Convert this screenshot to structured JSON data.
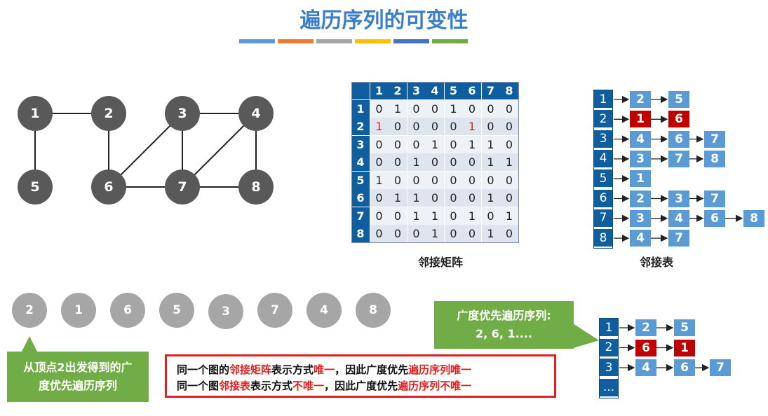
{
  "title": "遍历序列的可变性",
  "color_bar": [
    "#5b9bd5",
    "#ed7d31",
    "#a5a5a5",
    "#ffc000",
    "#4472c4",
    "#70ad47"
  ],
  "graph": {
    "nodes": [
      "1",
      "2",
      "3",
      "4",
      "5",
      "6",
      "7",
      "8"
    ],
    "edges": [
      [
        "1",
        "2"
      ],
      [
        "1",
        "5"
      ],
      [
        "2",
        "6"
      ],
      [
        "3",
        "6"
      ],
      [
        "3",
        "7"
      ],
      [
        "3",
        "4"
      ],
      [
        "4",
        "7"
      ],
      [
        "4",
        "8"
      ],
      [
        "6",
        "7"
      ],
      [
        "7",
        "8"
      ]
    ]
  },
  "matrix": {
    "headers": [
      "1",
      "2",
      "3",
      "4",
      "5",
      "6",
      "7",
      "8"
    ],
    "rows": [
      [
        "0",
        "1",
        "0",
        "0",
        "1",
        "0",
        "0",
        "0"
      ],
      [
        "1",
        "0",
        "0",
        "0",
        "0",
        "1",
        "0",
        "0"
      ],
      [
        "0",
        "0",
        "0",
        "1",
        "0",
        "1",
        "1",
        "0"
      ],
      [
        "0",
        "0",
        "1",
        "0",
        "0",
        "0",
        "1",
        "1"
      ],
      [
        "1",
        "0",
        "0",
        "0",
        "0",
        "0",
        "0",
        "0"
      ],
      [
        "0",
        "1",
        "1",
        "0",
        "0",
        "0",
        "1",
        "0"
      ],
      [
        "0",
        "0",
        "1",
        "1",
        "0",
        "1",
        "0",
        "1"
      ],
      [
        "0",
        "0",
        "0",
        "1",
        "0",
        "0",
        "1",
        "0"
      ]
    ],
    "highlight_color": "#e02020",
    "label": "邻接矩阵"
  },
  "adj_list": {
    "vertices": [
      "1",
      "2",
      "3",
      "4",
      "5",
      "6",
      "7",
      "8"
    ],
    "lists": [
      [
        "2",
        "5"
      ],
      [
        "1",
        "6"
      ],
      [
        "4",
        "6",
        "7"
      ],
      [
        "3",
        "7",
        "8"
      ],
      [
        "1"
      ],
      [
        "2",
        "3",
        "7"
      ],
      [
        "3",
        "4",
        "6",
        "8"
      ],
      [
        "4",
        "7"
      ]
    ],
    "label": "邻接表"
  },
  "bfs_sequence": [
    "2",
    "1",
    "6",
    "5",
    "3",
    "7",
    "4",
    "8"
  ],
  "callout": {
    "line1": "广度优先遍历序列:",
    "line2": "2, 6, 1...."
  },
  "start_note": {
    "line1": "从顶点2出发得到的广",
    "line2": "度优先遍历序列"
  },
  "statement": {
    "line1": [
      {
        "text": "同一个图的",
        "red": false
      },
      {
        "text": "邻接矩阵",
        "red": true
      },
      {
        "text": "表示方式",
        "red": false
      },
      {
        "text": "唯一",
        "red": true
      },
      {
        "text": "，因此广度优先",
        "red": false
      },
      {
        "text": "遍历序列唯一",
        "red": true
      }
    ],
    "line2": [
      {
        "text": "同一个图",
        "red": false
      },
      {
        "text": "邻接表",
        "red": true
      },
      {
        "text": "表示方式",
        "red": false
      },
      {
        "text": "不唯一",
        "red": true
      },
      {
        "text": "，因此广度优先",
        "red": false
      },
      {
        "text": "遍历序列不唯一",
        "red": true
      }
    ]
  },
  "alt_list": {
    "vertices": [
      "1",
      "2",
      "3",
      "..."
    ],
    "lists": [
      [
        "2",
        "5"
      ],
      [
        "6",
        "1"
      ],
      [
        "4",
        "6",
        "7"
      ]
    ]
  },
  "colors": {
    "title": "#3a7ec6",
    "node_fill": "#595959",
    "seq_fill": "#a6a6a6",
    "matrix_header": "#0f5ea0",
    "list_node": "#5b9bd5",
    "list_node_highlight": "#c00000",
    "green": "#70ad47",
    "red": "#e02020"
  }
}
